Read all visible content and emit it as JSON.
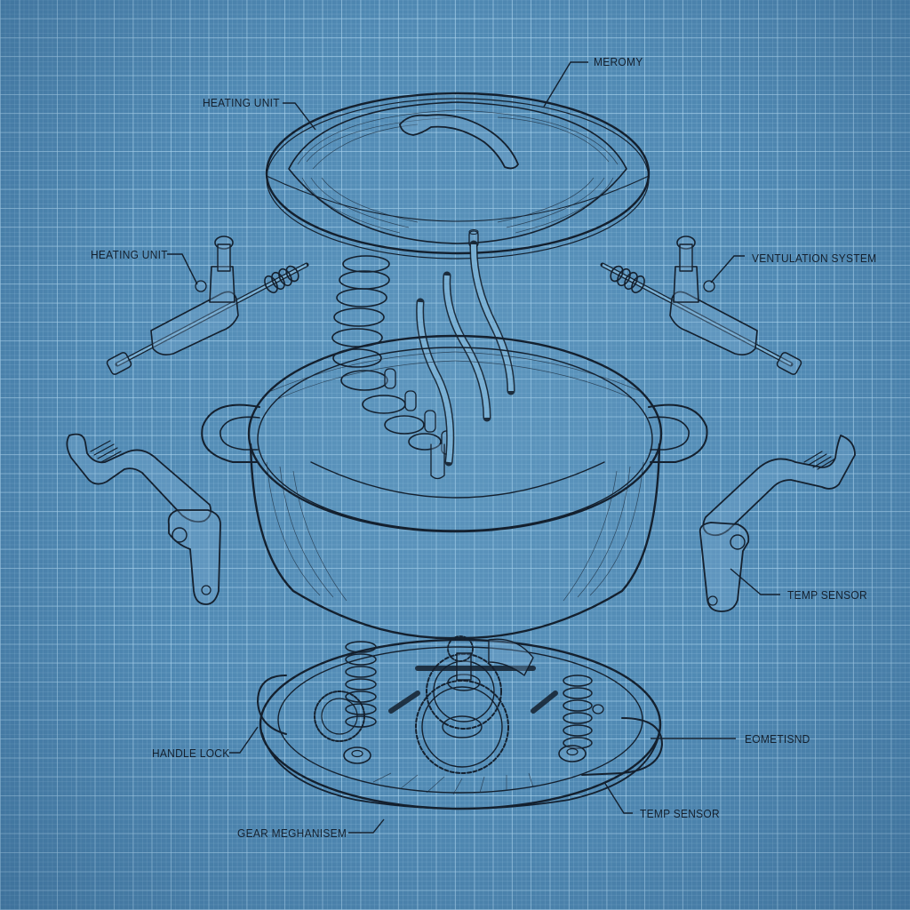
{
  "diagram": {
    "style": "blueprint exploded-view technical illustration",
    "subject": "pot / cookware assembly",
    "colors": {
      "background": "#5089b3",
      "grid_line": "#afd7f0",
      "ink": "#14202e"
    },
    "components": [
      {
        "id": "lid",
        "name": "Lid with handle"
      },
      {
        "id": "coil",
        "name": "Spiral heating coil"
      },
      {
        "id": "tubes",
        "name": "Vent tubes"
      },
      {
        "id": "pot-body",
        "name": "Pot body with side handles"
      },
      {
        "id": "left-clamp",
        "name": "Left clamp rod assembly"
      },
      {
        "id": "right-clamp",
        "name": "Right clamp rod assembly"
      },
      {
        "id": "left-lever",
        "name": "Left lever handle"
      },
      {
        "id": "right-lever",
        "name": "Right lever handle"
      },
      {
        "id": "base",
        "name": "Base plate with gear mechanism"
      }
    ],
    "labels": [
      {
        "id": "label-top",
        "text": "MEROMY"
      },
      {
        "id": "label-lid",
        "text": "HEATING UNIT"
      },
      {
        "id": "label-left-clamp",
        "text": "HEATING UNIT"
      },
      {
        "id": "label-right-clamp",
        "text": "VENTULATION SYSTEM"
      },
      {
        "id": "label-right-lever",
        "text": "TEMP SENSOR"
      },
      {
        "id": "label-handle-lock",
        "text": "HANDLE LOCK"
      },
      {
        "id": "label-base-right",
        "text": "EOMETISND"
      },
      {
        "id": "label-base-bottom",
        "text": "TEMP SENSOR"
      },
      {
        "id": "label-gear",
        "text": "GEAR MEGHANISEM"
      }
    ]
  }
}
